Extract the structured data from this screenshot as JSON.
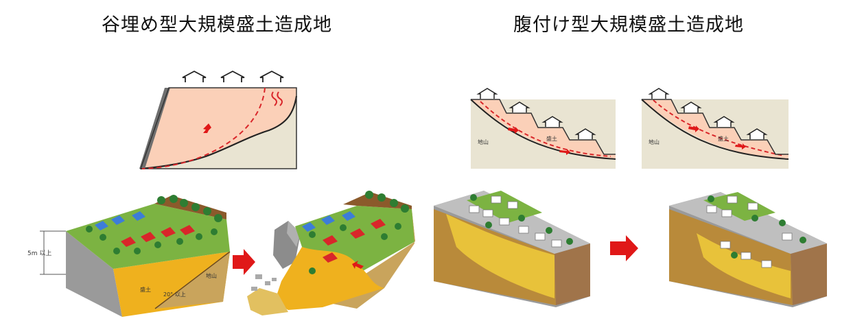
{
  "titles": {
    "valley_fill": "谷埋め型大規模盛土造成地",
    "sidehill_fill": "腹付け型大規模盛土造成地"
  },
  "labels": {
    "fill": "盛土",
    "ground": "地山",
    "height": "5m 以上",
    "angle": "20° 以上"
  },
  "colors": {
    "fill_soil": "#fbd0b8",
    "ground": "#e9e4d2",
    "slip_line": "#d9262a",
    "arrow": "#e01818",
    "grass": "#7cb342",
    "fill_block": "#efb11e",
    "earth": "#b98a3a"
  }
}
